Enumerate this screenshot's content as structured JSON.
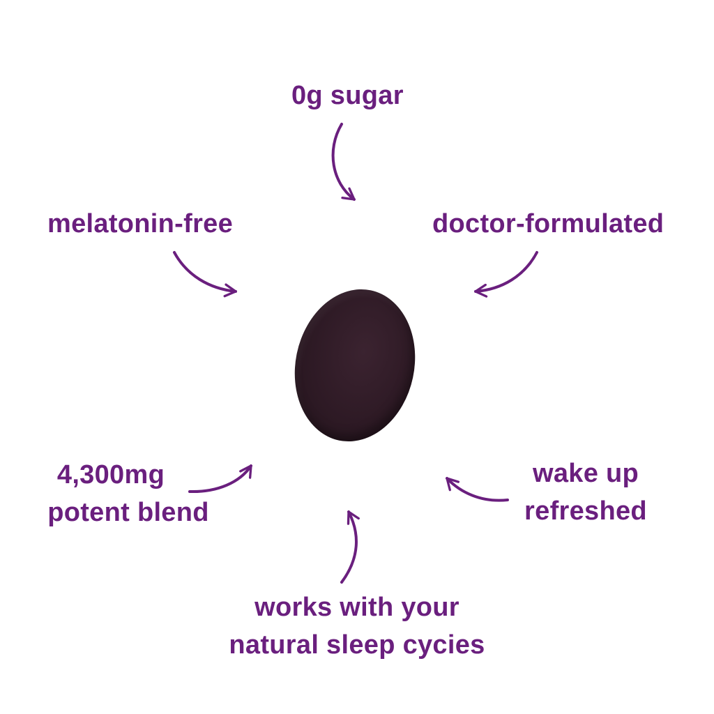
{
  "colors": {
    "accent": "#6a1f7e",
    "gummy": "#2e1a25"
  },
  "labels": {
    "top": "0g sugar",
    "left": "melatonin-free",
    "right": "doctor-formulated",
    "bottom_left": [
      "4,300mg",
      "potent blend"
    ],
    "bottom_right": [
      "wake up",
      "refreshed"
    ],
    "bottom": [
      "works with your",
      "natural sleep cycies"
    ]
  }
}
